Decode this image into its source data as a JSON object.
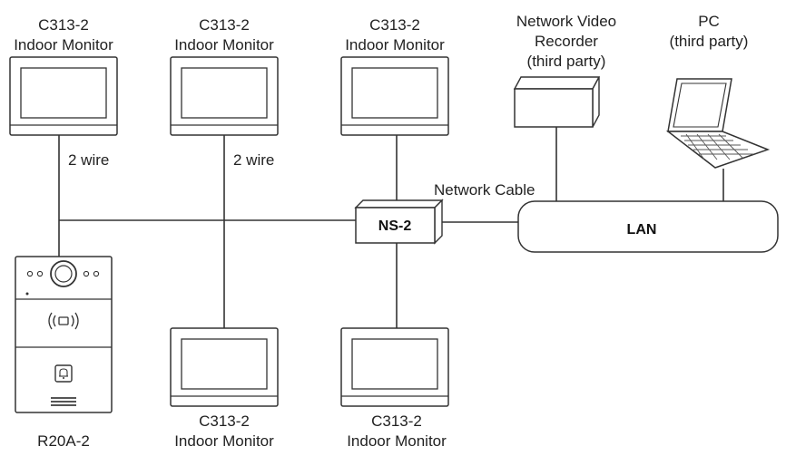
{
  "monitors": [
    {
      "model": "C313-2",
      "role": "Indoor Monitor"
    },
    {
      "model": "C313-2",
      "role": "Indoor Monitor"
    },
    {
      "model": "C313-2",
      "role": "Indoor Monitor"
    },
    {
      "model": "C313-2",
      "role": "Indoor Monitor"
    },
    {
      "model": "C313-2",
      "role": "Indoor Monitor"
    }
  ],
  "nvr": {
    "line1": "Network Video",
    "line2": "Recorder",
    "line3": "(third party)"
  },
  "pc": {
    "line1": "PC",
    "line2": "(third party)"
  },
  "switch_label": "NS-2",
  "lan_label": "LAN",
  "network_cable_label": "Network Cable",
  "wire_labels": [
    "2 wire",
    "2 wire"
  ],
  "door_station_label": "R20A-2"
}
